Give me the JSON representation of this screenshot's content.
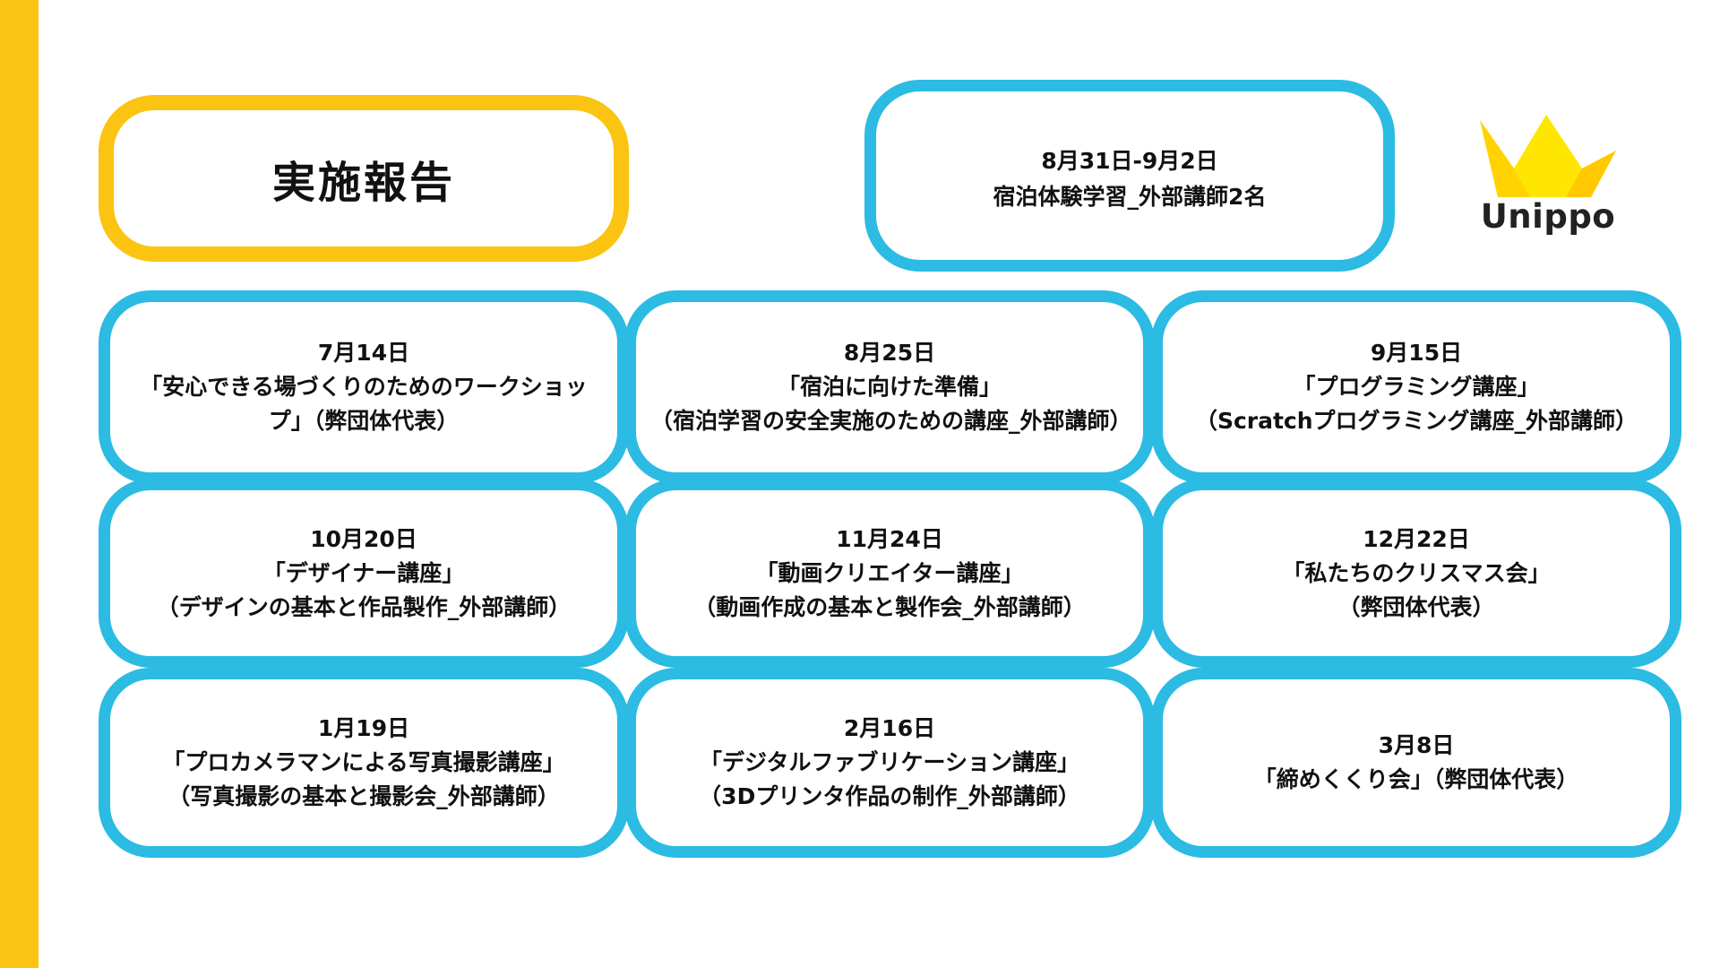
{
  "colors": {
    "accent_yellow": "#FBC412",
    "accent_blue": "#2BBBE3",
    "text": "#111111"
  },
  "title": "実施報告",
  "header_event": {
    "date": "8月31日-9月2日",
    "description": "宿泊体験学習_外部講師2名"
  },
  "logo": {
    "text": "Unippo",
    "icon": "crown-icon"
  },
  "events": [
    {
      "date": "7月14日",
      "lines": [
        "「安心できる場づくりのためのワークショップ」（弊団体代表）"
      ]
    },
    {
      "date": "8月25日",
      "lines": [
        "「宿泊に向けた準備」",
        "（宿泊学習の安全実施のための講座_外部講師）"
      ]
    },
    {
      "date": "9月15日",
      "lines": [
        "「プログラミング講座」",
        "（Scratchプログラミング講座_外部講師）"
      ]
    },
    {
      "date": "10月20日",
      "lines": [
        "「デザイナー講座」",
        "（デザインの基本と作品製作_外部講師）"
      ]
    },
    {
      "date": "11月24日",
      "lines": [
        "「動画クリエイター講座」",
        "（動画作成の基本と製作会_外部講師）"
      ]
    },
    {
      "date": "12月22日",
      "lines": [
        "「私たちのクリスマス会」",
        "（弊団体代表）"
      ]
    },
    {
      "date": "1月19日",
      "lines": [
        "「プロカメラマンによる写真撮影講座」",
        "（写真撮影の基本と撮影会_外部講師）"
      ]
    },
    {
      "date": "2月16日",
      "lines": [
        "「デジタルファブリケーション講座」",
        "（3Dプリンタ作品の制作_外部講師）"
      ]
    },
    {
      "date": "3月8日",
      "lines": [
        "「締めくくり会」（弊団体代表）"
      ]
    }
  ]
}
